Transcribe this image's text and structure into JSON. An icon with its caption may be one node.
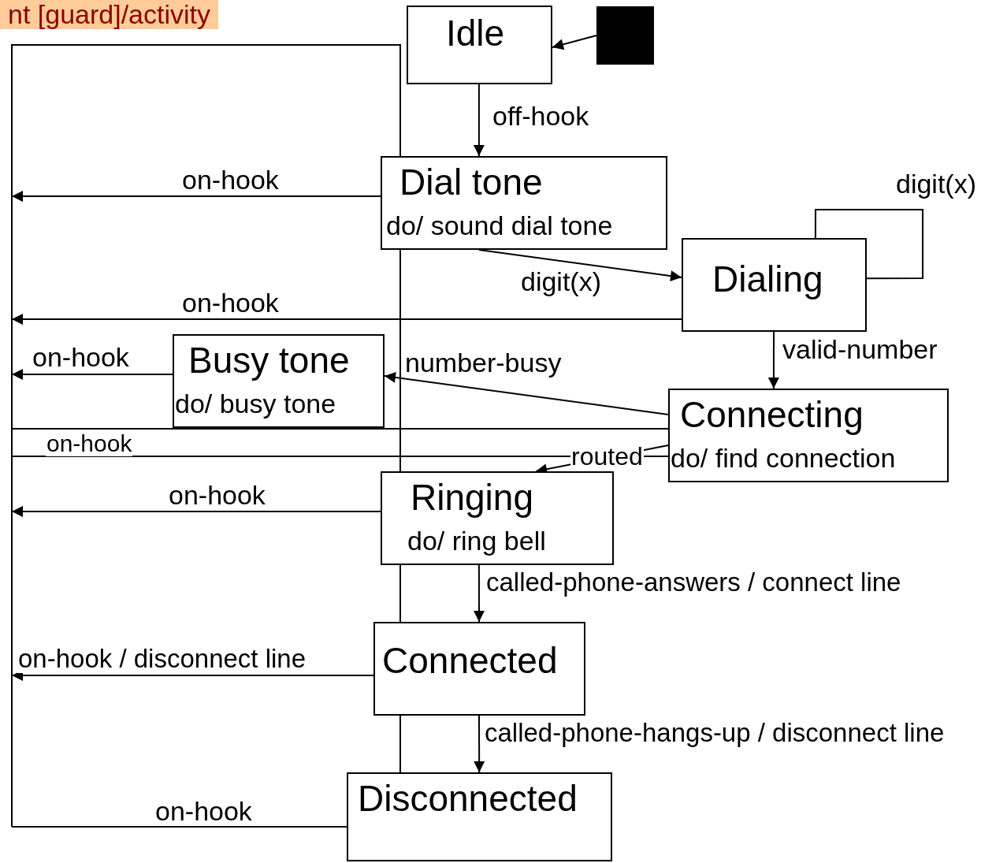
{
  "diagram": {
    "nodes": [
      {
        "text": [
          "Idle"
        ]
      },
      {
        "text": [],
        "shape": "box"
      },
      {
        "text": [
          "Dial tone",
          "do/ sound dial tone"
        ]
      },
      {
        "text": [
          "Dialing"
        ]
      },
      {
        "text": [
          "Busy tone",
          "do/ busy tone"
        ]
      },
      {
        "text": [
          "Connecting",
          "do/ find connection"
        ]
      },
      {
        "text": [
          "Ringing",
          "do/ ring bell"
        ]
      },
      {
        "text": [
          "Connected"
        ]
      },
      {
        "text": [
          "Disconnected"
        ]
      }
    ],
    "edges": [
      {
        "from": 1,
        "to": 0,
        "arrow": "to"
      },
      {
        "from": 0,
        "to": 2,
        "label": "off-hook",
        "arrow": "to"
      },
      {
        "from": 2,
        "to": 3,
        "label": "digit(x)",
        "arrow": "to"
      },
      {
        "from": 3,
        "to": 3,
        "label": "digit(x)",
        "arrow": "none"
      },
      {
        "from": 3,
        "to": 5,
        "label": "valid-number",
        "arrow": "to"
      },
      {
        "from": 5,
        "to": 4,
        "label": "number-busy",
        "arrow": "to"
      },
      {
        "from": 5,
        "to": 6,
        "label": "routed",
        "arrow": "to"
      },
      {
        "from": 6,
        "to": 7,
        "label": "called-phone-answers / connect line",
        "arrow": "to"
      },
      {
        "from": 7,
        "to": 8,
        "label": "called-phone-hangs-up / disconnect line",
        "arrow": "to"
      },
      {
        "from": 2,
        "to": null,
        "label": "on-hook",
        "arrow": "to"
      },
      {
        "from": 3,
        "to": null,
        "label": "on-hook",
        "arrow": "to"
      },
      {
        "from": 4,
        "to": null,
        "label": "on-hook",
        "arrow": "to"
      },
      {
        "from": 5,
        "to": null,
        "label": "on-hook",
        "arrow": "none"
      },
      {
        "from": 6,
        "to": null,
        "label": "on-hook",
        "arrow": "to"
      },
      {
        "from": 7,
        "to": null,
        "label": "on-hook / disconnect line",
        "arrow": "to"
      },
      {
        "from": 8,
        "to": null,
        "label": "on-hook",
        "arrow": "none"
      }
    ],
    "labels": [
      "nt [guard]/activity"
    ]
  }
}
